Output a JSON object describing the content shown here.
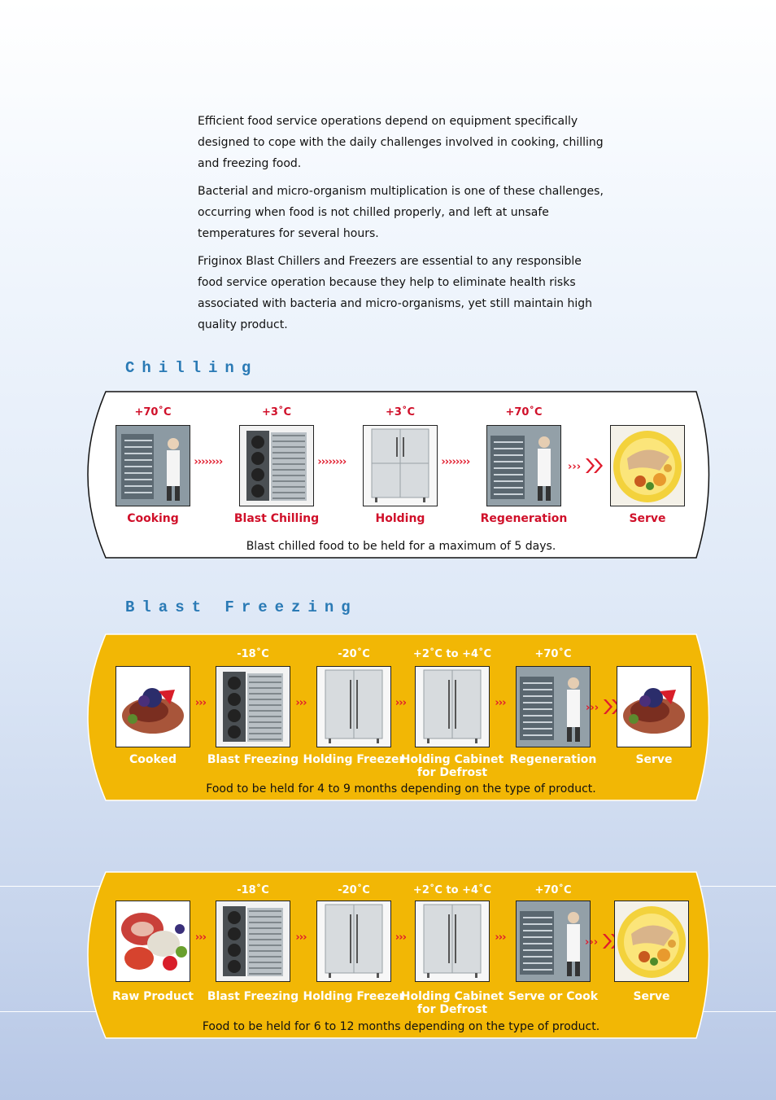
{
  "intro": {
    "p1": "Efficient food service operations depend on equipment specifically designed to cope with the daily challenges involved in cooking, chilling and freezing food.",
    "p2": "Bacterial and micro-organism multiplication is one of these challenges, occurring when food is not chilled properly, and left at unsafe temperatures for several hours.",
    "p3": "Friginox Blast Chillers and Freezers are essential to any responsible food service operation because they help to eliminate health risks associated with bacteria and micro-organisms, yet still maintain high quality product."
  },
  "chilling": {
    "title": "Chilling",
    "steps": [
      {
        "temp": "+70˚C",
        "label": "Cooking",
        "icon": "cooking-rack-photo"
      },
      {
        "temp": "+3˚C",
        "label": "Blast Chilling",
        "icon": "blast-chiller-photo"
      },
      {
        "temp": "+3˚C",
        "label": "Holding",
        "icon": "holding-cabinet-photo"
      },
      {
        "temp": "+70˚C",
        "label": "Regeneration",
        "icon": "regeneration-rack-photo"
      },
      {
        "temp": "",
        "label": "Serve",
        "icon": "plated-meal-photo"
      }
    ],
    "note": "Blast chilled food to be held for a maximum of 5 days."
  },
  "freezing": {
    "title": "Blast Freezing",
    "flows": [
      {
        "steps": [
          {
            "temp": "",
            "label": "Cooked",
            "icon": "cooked-food-photo"
          },
          {
            "temp": "-18˚C",
            "label": "Blast Freezing",
            "icon": "blast-freezer-photo"
          },
          {
            "temp": "-20˚C",
            "label": "Holding Freezer",
            "icon": "holding-freezer-photo"
          },
          {
            "temp": "+2˚C to +4˚C",
            "label": "Holding Cabinet",
            "label2": "for Defrost",
            "icon": "defrost-cabinet-photo"
          },
          {
            "temp": "+70˚C",
            "label": "Regeneration",
            "icon": "regeneration-rack-photo"
          },
          {
            "temp": "",
            "label": "Serve",
            "icon": "cooked-food-photo"
          }
        ],
        "note": "Food to be held for 4 to 9 months depending on the type of product."
      },
      {
        "steps": [
          {
            "temp": "",
            "label": "Raw Product",
            "icon": "raw-product-photo"
          },
          {
            "temp": "-18˚C",
            "label": "Blast Freezing",
            "icon": "blast-freezer-photo"
          },
          {
            "temp": "-20˚C",
            "label": "Holding Freezer",
            "icon": "holding-freezer-photo"
          },
          {
            "temp": "+2˚C to +4˚C",
            "label": "Holding Cabinet",
            "label2": "for Defrost",
            "icon": "defrost-cabinet-photo"
          },
          {
            "temp": "+70˚C",
            "label": "Serve or Cook",
            "icon": "regeneration-rack-photo"
          },
          {
            "temp": "",
            "label": "Serve",
            "icon": "plated-meal-photo"
          }
        ],
        "note": "Food to be held for 6 to 12 months depending on the type of product."
      }
    ]
  },
  "colors": {
    "accent_red": "#d0102a",
    "panel_yellow": "#f2b705",
    "title_blue": "#2a7ab5"
  }
}
